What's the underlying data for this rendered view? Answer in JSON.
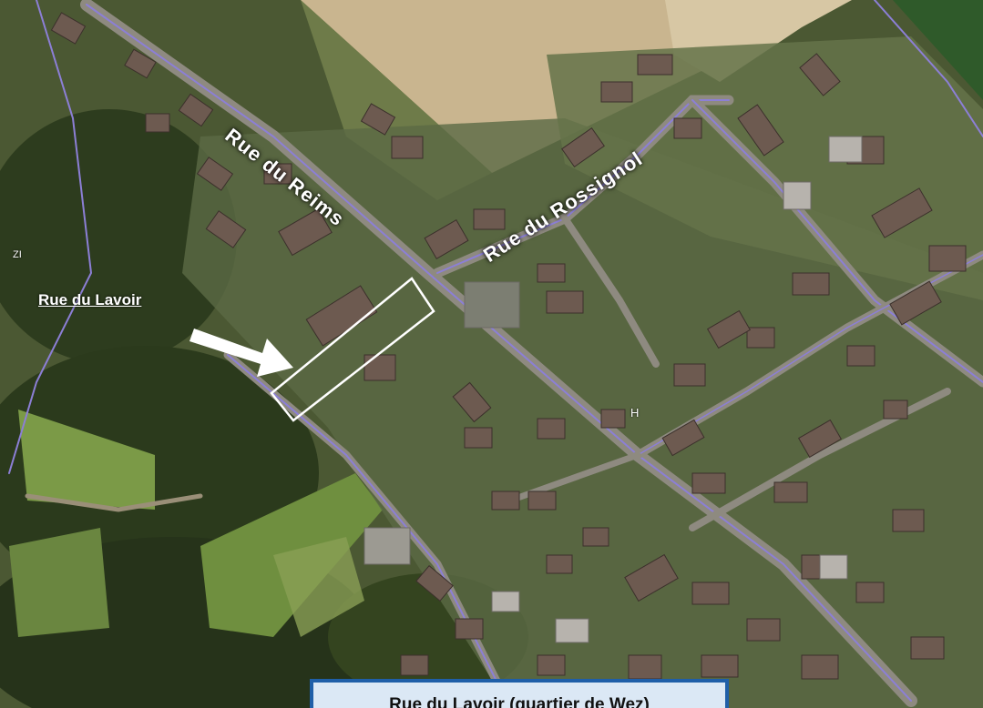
{
  "labels": {
    "rue_du_reims": "Rue du Reims",
    "rue_du_rossignol": "Rue du Rossignol",
    "rue_du_lavoir": "Rue du Lavoir",
    "hospital_marker": "H",
    "zone_marker": "ZI"
  },
  "caption": {
    "text": "Rue du Lavoir (quartier de Wez)"
  },
  "colors": {
    "road_outline": "#8c7fd6",
    "highlight_box": "#ffffff",
    "caption_border": "#1f5fa8",
    "caption_bg": "#dbe8f5"
  },
  "icons": {
    "pointer": "arrow-icon"
  }
}
